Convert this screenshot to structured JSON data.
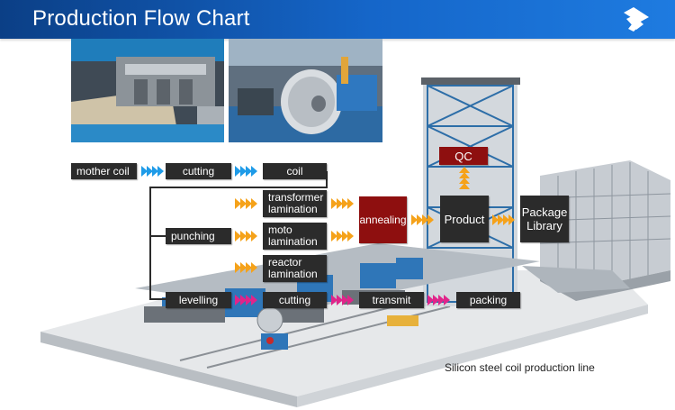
{
  "header": {
    "title": "Production Flow Chart",
    "logo_icon": "brand-logo-icon"
  },
  "flow": {
    "mother_coil": "mother coil",
    "cutting_top": "cutting",
    "coil": "coil",
    "transformer_lamination": "transformer\nlamination",
    "moto_lamination": "moto\nlamination",
    "reactor_lamination": "reactor\nlamination",
    "punching": "punching",
    "annealing": "annealing",
    "qc": "QC",
    "product": "Product",
    "package_library": "Package\nLibrary",
    "levelling": "levelling",
    "cutting_bottom": "cutting",
    "transmit": "transmit",
    "packing": "packing"
  },
  "caption": "Silicon steel coil production line",
  "colors": {
    "header": "#1566c9",
    "box": "#2b2b2b",
    "annealing": "#8e0f0f",
    "arrow_blue": "#1e9be8",
    "arrow_orange": "#f5a21a",
    "arrow_pink": "#e0248a"
  }
}
